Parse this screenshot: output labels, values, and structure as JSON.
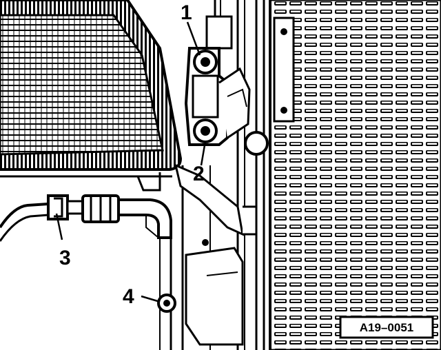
{
  "figure": {
    "callouts": [
      {
        "id": "1",
        "label": "1"
      },
      {
        "id": "2",
        "label": "2"
      },
      {
        "id": "3",
        "label": "3"
      },
      {
        "id": "4",
        "label": "4"
      }
    ],
    "reference_code": "A19–0051"
  },
  "colors": {
    "ink": "#000000",
    "paper": "#ffffff"
  }
}
